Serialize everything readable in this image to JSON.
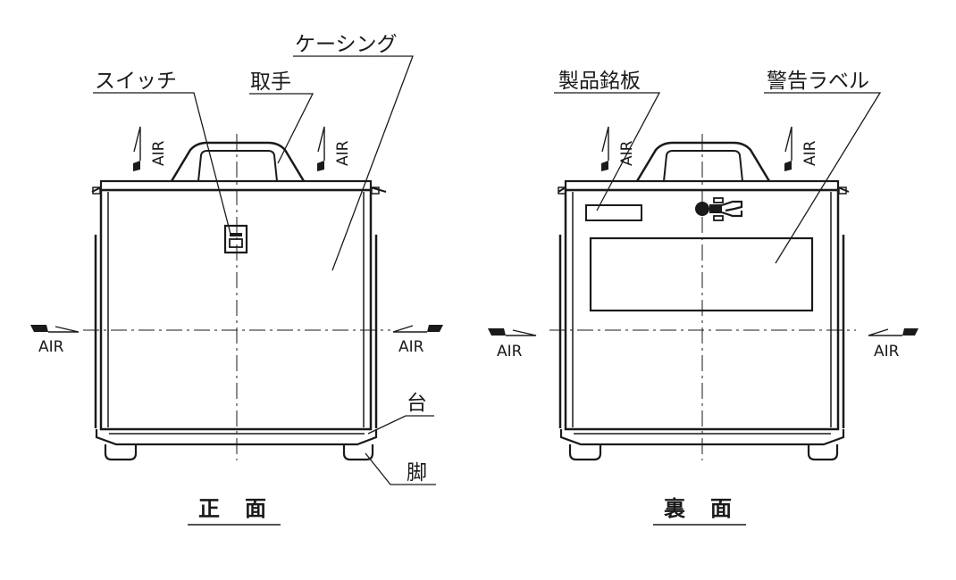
{
  "front_view": {
    "title": "正面",
    "labels": {
      "switch": "スイッチ",
      "handle": "取手",
      "casing": "ケーシング",
      "base": "台",
      "feet": "脚"
    },
    "airflow_label": "AIR"
  },
  "rear_view": {
    "title": "裏面",
    "labels": {
      "nameplate": "製品銘板",
      "warning_label": "警告ラベル"
    },
    "airflow_label": "AIR"
  }
}
